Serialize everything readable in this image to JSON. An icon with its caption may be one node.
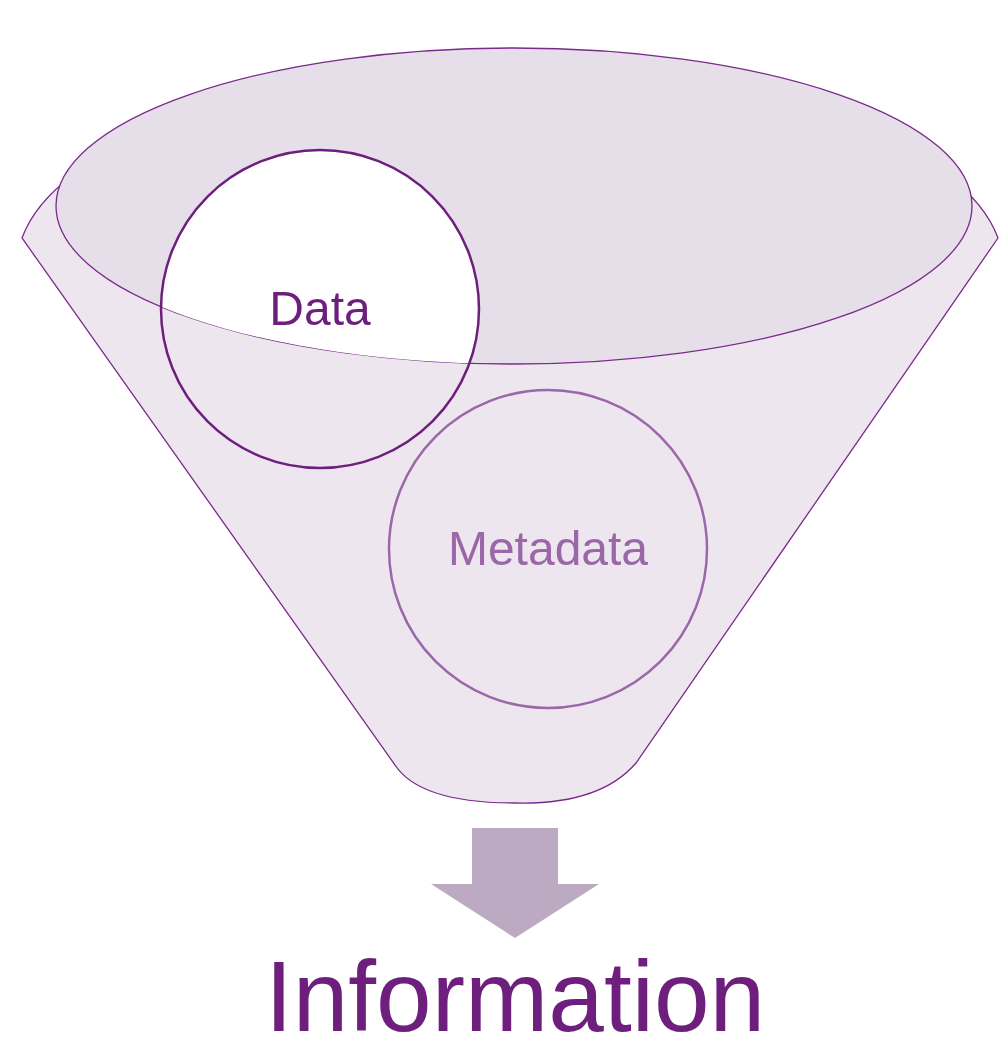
{
  "diagram": {
    "nodes": [
      {
        "text": [],
        "shape": "funnel"
      },
      {
        "text": [
          "Data"
        ],
        "in": 0
      },
      {
        "text": [
          "Metadata"
        ],
        "in": 0
      },
      {
        "text": [
          "Information"
        ]
      }
    ],
    "edges": [
      {
        "from": 0,
        "to": 3,
        "arrow": "to"
      }
    ]
  }
}
